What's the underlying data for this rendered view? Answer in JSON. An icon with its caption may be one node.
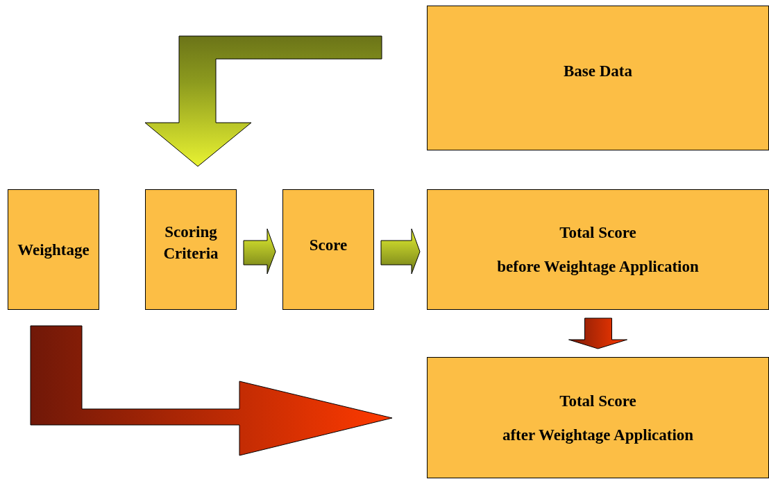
{
  "diagram": {
    "nodes": [
      {
        "text": [
          "Base Data"
        ]
      },
      {
        "text": [
          "Weightage"
        ]
      },
      {
        "text": [
          "Scoring Criteria"
        ]
      },
      {
        "text": [
          "Score"
        ]
      },
      {
        "text": [
          "Total Score",
          "before Weightage Application"
        ]
      },
      {
        "text": [
          "Total Score",
          "after Weightage Application"
        ]
      }
    ],
    "edges": [
      {
        "from": 0,
        "to": 2,
        "arrow": "to",
        "style": "thick"
      },
      {
        "from": 2,
        "to": 3,
        "arrow": "to",
        "style": "thick"
      },
      {
        "from": 3,
        "to": 4,
        "arrow": "to",
        "style": "thick"
      },
      {
        "from": 4,
        "to": 5,
        "arrow": "to",
        "style": "thick"
      },
      {
        "from": 1,
        "to": 5,
        "arrow": "to",
        "style": "thick"
      }
    ]
  }
}
